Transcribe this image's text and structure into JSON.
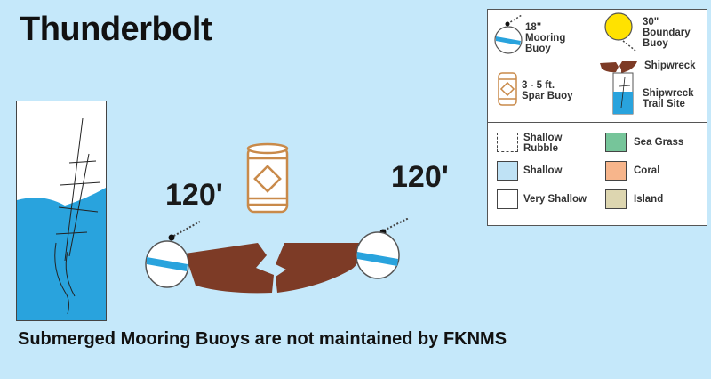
{
  "title": "Thunderbolt",
  "caption": "Submerged Mooring Buoys are not maintained by FKNMS",
  "depths": {
    "left": "120'",
    "right": "120'"
  },
  "colors": {
    "background": "#c5e8fa",
    "shallow": "#bfe2f5",
    "very_shallow": "#ffffff",
    "sea_grass": "#76c59a",
    "coral": "#f7b58b",
    "island": "#ddd6b0",
    "shipwreck": "#7d3b26",
    "buoy_band": "#29a3dd",
    "boundary_buoy": "#ffe200",
    "spar_buoy": "#c98a4a",
    "water_deep": "#29a3dd"
  },
  "legend": {
    "mooring_buoy": "18\"\nMooring\nBuoy",
    "boundary_buoy": "30\"\nBoundary\nBuoy",
    "shipwreck": "Shipwreck",
    "spar_buoy": "3 - 5 ft.\nSpar Buoy",
    "trail_site": "Shipwreck\nTrail Site",
    "shallow_rubble": "Shallow\nRubble",
    "sea_grass": "Sea Grass",
    "shallow": "Shallow",
    "coral": "Coral",
    "very_shallow": "Very Shallow",
    "island": "Island"
  }
}
